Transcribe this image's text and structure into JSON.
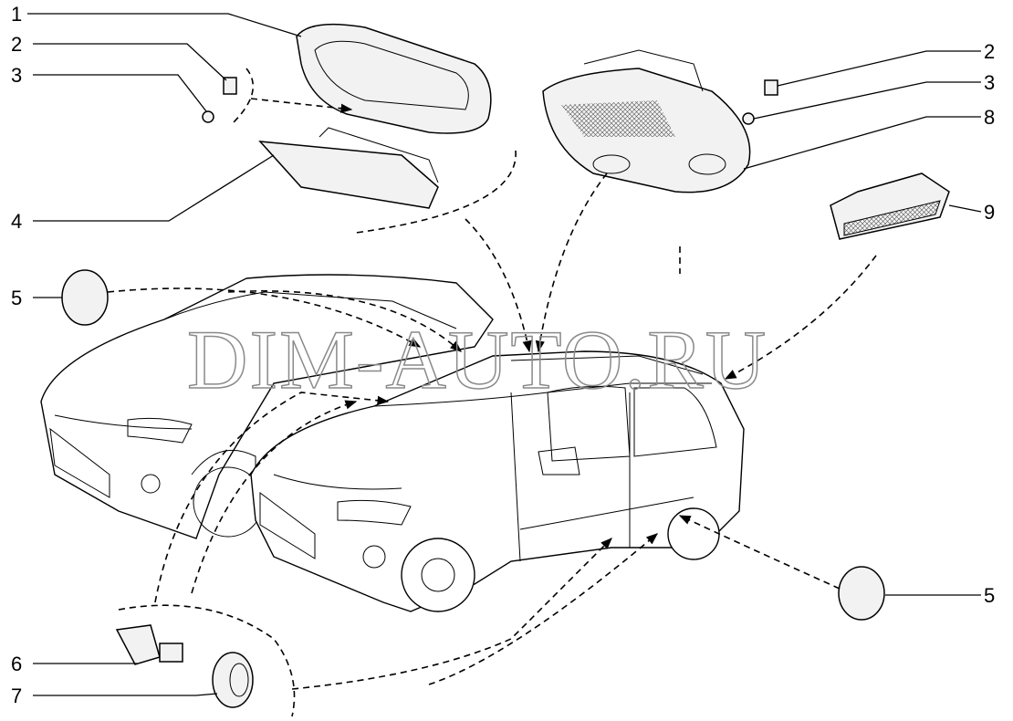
{
  "watermark": "DIM-AUTO.RU",
  "callouts": {
    "left": [
      "1",
      "2",
      "3",
      "4",
      "5",
      "6",
      "7"
    ],
    "right": [
      "2",
      "3",
      "8",
      "9",
      "5"
    ]
  }
}
